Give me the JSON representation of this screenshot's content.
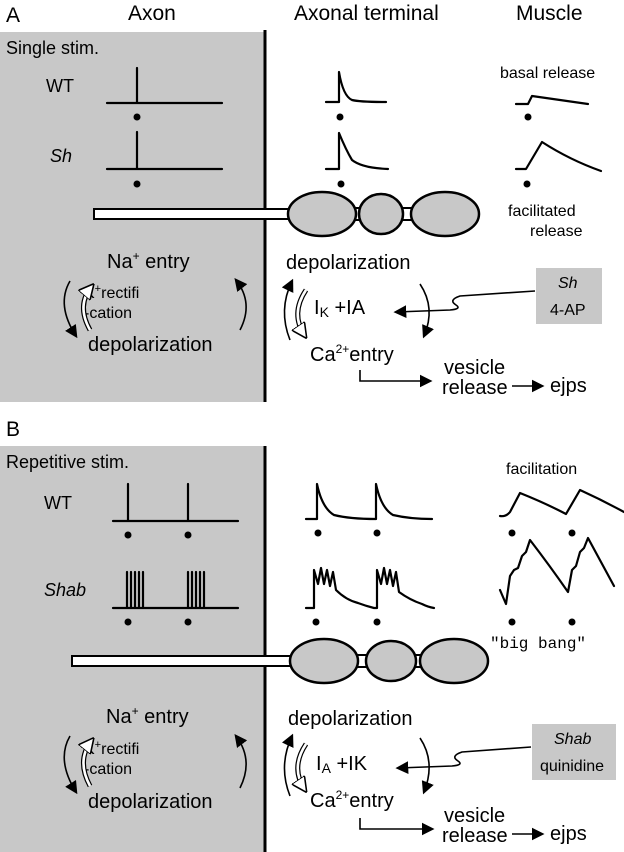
{
  "column_headers": {
    "axon": "Axon",
    "terminal": "Axonal terminal",
    "muscle": "Muscle"
  },
  "panel_a": {
    "letter": "A",
    "condition": "Single stim.",
    "row1_label": "WT",
    "row2_label": "Sh",
    "muscle_top_label": "basal release",
    "muscle_bottom_label_1": "facilitated",
    "muscle_bottom_label_2": "release",
    "axon_na": "Na",
    "axon_entry": "entry",
    "axon_k1": "K",
    "axon_k2": "rectifi",
    "axon_k3": "-cation",
    "axon_depol": "depolarization",
    "term_depol": "depolarization",
    "current_1": "I",
    "current_1_sub": "K",
    "current_plus": "+",
    "current_2": "I",
    "current_2_sub": "A",
    "ca": "Ca",
    "ca_sup": "2+",
    "ca_entry": "entry",
    "blocker_1": "Sh",
    "blocker_2": "4-AP",
    "vesicle_1": "vesicle",
    "vesicle_2": "release",
    "ejps": "ejps"
  },
  "panel_b": {
    "letter": "B",
    "condition": "Repetitive stim.",
    "row1_label": "WT",
    "row2_label": "Shab",
    "muscle_top_label": "facilitation",
    "muscle_bottom_label": "\"big bang\"",
    "axon_na": "Na",
    "axon_entry": "entry",
    "axon_k1": "K",
    "axon_k2": "rectifi",
    "axon_k3": "-cation",
    "axon_depol": "depolarization",
    "term_depol": "depolarization",
    "current_1": "I",
    "current_1_sub": "A",
    "current_plus": "+",
    "current_2": "I",
    "current_2_sub": "K",
    "ca": "Ca",
    "ca_sup": "2+",
    "ca_entry": "entry",
    "blocker_1": "Shab",
    "blocker_2": "quinidine",
    "vesicle_1": "vesicle",
    "vesicle_2": "release",
    "ejps": "ejps"
  },
  "superscript_plus": "+",
  "colors": {
    "axon_bg": "#c8c8c8",
    "bouton": "#c8c8c8",
    "blocker_box": "#c8c8c8",
    "ink": "#000000"
  }
}
